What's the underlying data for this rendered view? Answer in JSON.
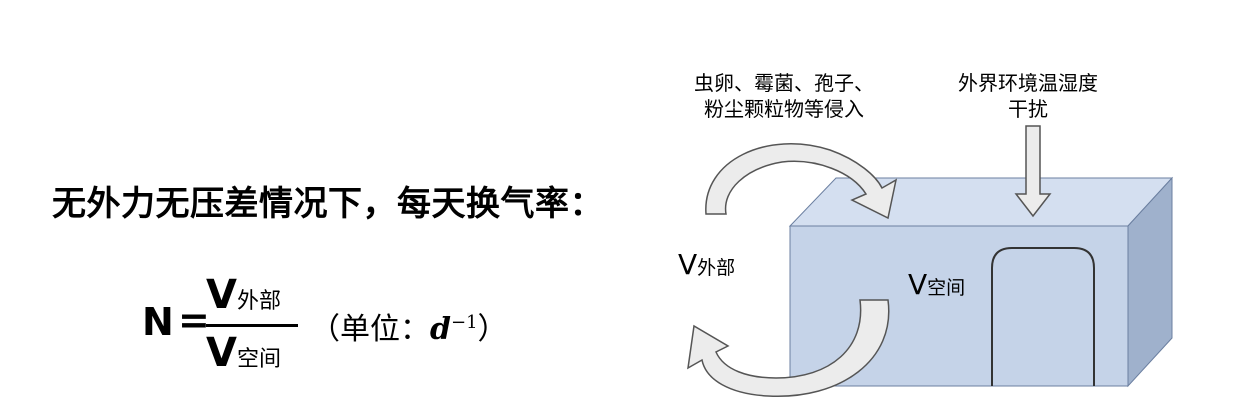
{
  "heading": "无外力无压差情况下，每天换气率：",
  "formula": {
    "lhs": "N",
    "equals": "=",
    "numerator_var": "V",
    "numerator_sub": "外部",
    "denominator_var": "V",
    "denominator_sub": "空间",
    "unit_prefix": "（单位：",
    "unit_symbol": "d",
    "unit_exponent": "−1",
    "unit_suffix": "）"
  },
  "diagram": {
    "intrusion_line1": "虫卵、霉菌、孢子、",
    "intrusion_line2": "粉尘颗粒物等侵入",
    "env_line1": "外界环境温湿度",
    "env_line2": "干扰",
    "outside_var": "V",
    "outside_sub": "外部",
    "inside_var": "V",
    "inside_sub": "空间",
    "colors": {
      "box_front": "#c5d3e8",
      "box_top": "#d4dff0",
      "box_side": "#9fb1cc",
      "arrow_fill": "#ececec",
      "arrow_stroke": "#555555"
    }
  }
}
